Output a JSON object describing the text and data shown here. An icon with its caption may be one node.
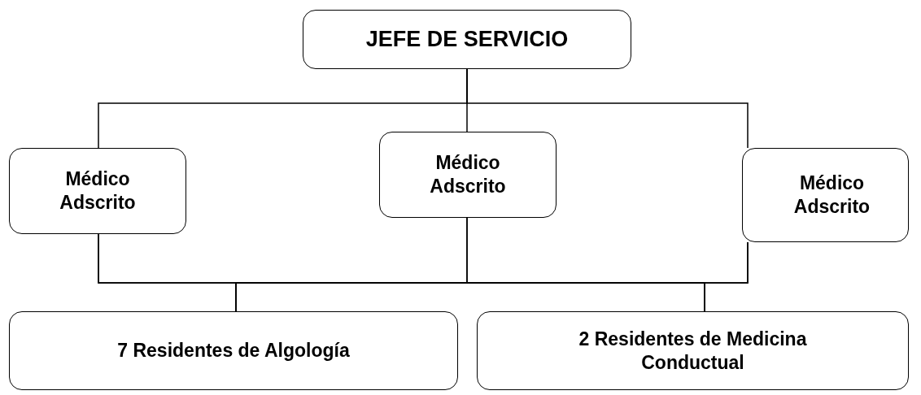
{
  "diagram": {
    "nodes": [
      {
        "text": [
          "JEFE DE SERVICIO"
        ]
      },
      {
        "text": [
          "Médico Adscrito"
        ]
      },
      {
        "text": [
          "Médico Adscrito"
        ]
      },
      {
        "text": [
          "Médico Adscrito"
        ]
      },
      {
        "text": [
          "7 Residentes de Algología"
        ]
      },
      {
        "text": [
          "2 Residentes de Medicina Conductual"
        ]
      }
    ],
    "edges": [
      {
        "from": 0,
        "to": 1,
        "arrow": "none"
      },
      {
        "from": 0,
        "to": 2,
        "arrow": "none"
      },
      {
        "from": 0,
        "to": 3,
        "arrow": "none"
      },
      {
        "from": 1,
        "to": 4,
        "arrow": "none"
      },
      {
        "from": 1,
        "to": 5,
        "arrow": "none"
      },
      {
        "from": 2,
        "to": 4,
        "arrow": "none"
      },
      {
        "from": 2,
        "to": 5,
        "arrow": "none"
      },
      {
        "from": 3,
        "to": 4,
        "arrow": "none"
      },
      {
        "from": 3,
        "to": 5,
        "arrow": "none"
      }
    ]
  }
}
